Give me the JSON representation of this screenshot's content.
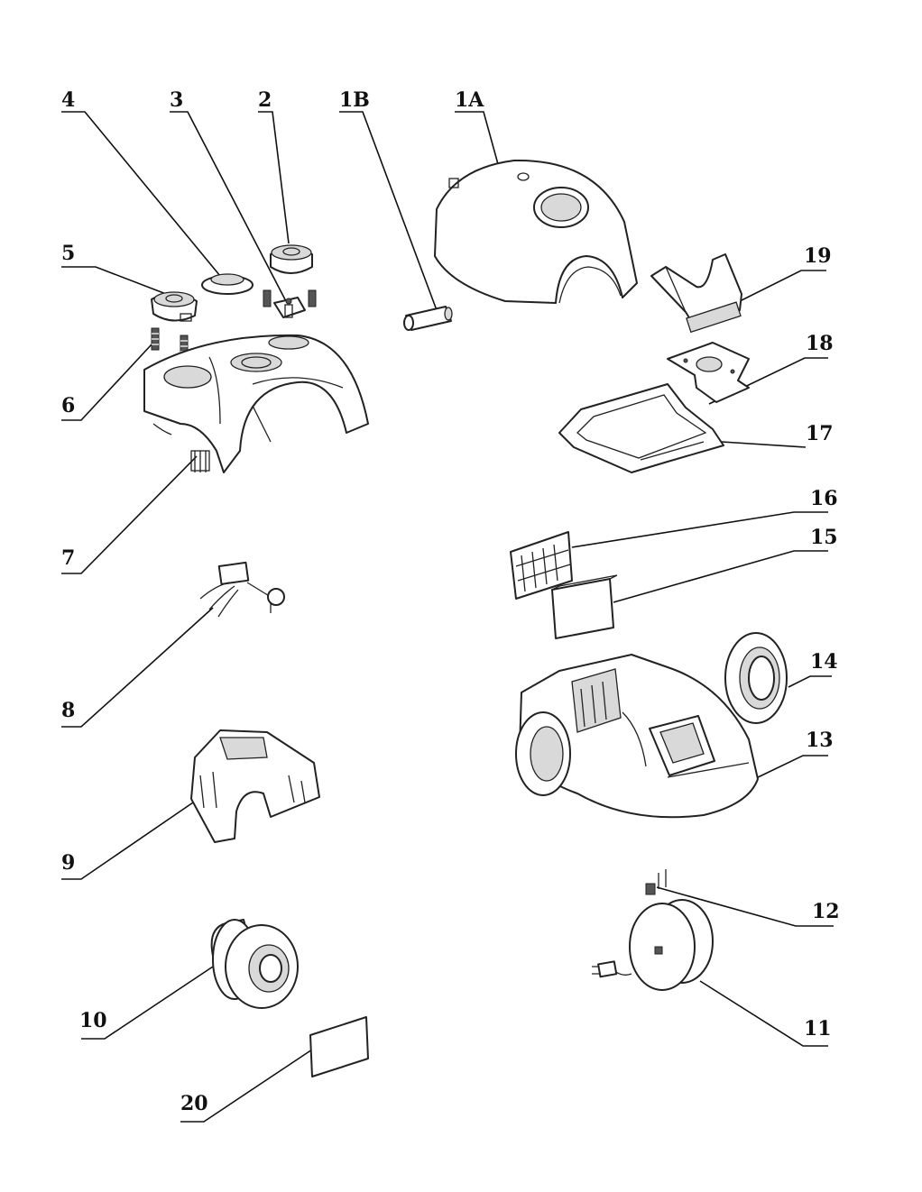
{
  "labels": {
    "p1A": "1A",
    "p1B": "1B",
    "p2": "2",
    "p3": "3",
    "p4": "4",
    "p5": "5",
    "p6": "6",
    "p7": "7",
    "p8": "8",
    "p9": "9",
    "p10": "10",
    "p11": "11",
    "p12": "12",
    "p13": "13",
    "p14": "14",
    "p15": "15",
    "p16": "16",
    "p17": "17",
    "p18": "18",
    "p19": "19",
    "p20": "20"
  }
}
